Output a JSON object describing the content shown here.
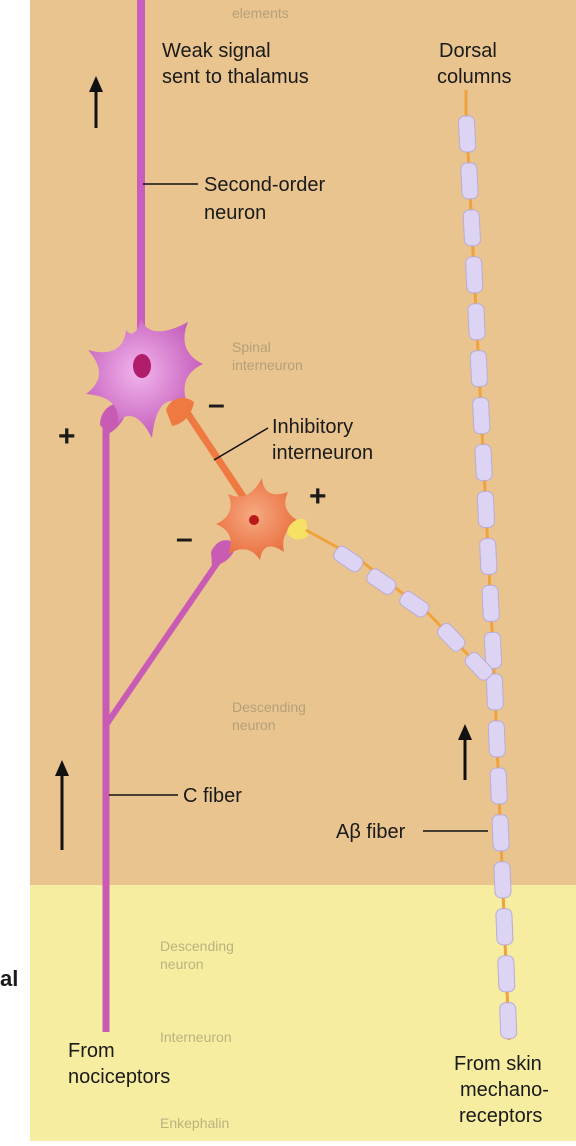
{
  "labels": {
    "weak_signal_line1": "Weak signal",
    "weak_signal_line2": "sent to thalamus",
    "dorsal_line1": "Dorsal",
    "dorsal_line2": "columns",
    "second_order_line1": "Second-order",
    "second_order_line2": "neuron",
    "inhibitory_line1": "Inhibitory",
    "inhibitory_line2": "interneuron",
    "c_fiber": "C fiber",
    "abeta_fiber": "Aβ fiber",
    "from_nociceptors_line1": "From",
    "from_nociceptors_line2": "nociceptors",
    "from_skin_line1": "From skin",
    "from_skin_line2": "mechano-",
    "from_skin_line3": "receptors",
    "edge_fragment": "al"
  },
  "signs": {
    "plus_c_fiber": "+",
    "minus_interneuron_to_second_order": "–",
    "plus_abeta": "+",
    "minus_c_fiber_to_interneuron": "–"
  },
  "colors": {
    "background_upper": "#e9c48f",
    "background_lower": "#f6eda0",
    "second_order_neuron": "#c85fbf",
    "c_fiber": "#c85cb4",
    "interneuron": "#f07d47",
    "myelin": "#dcd4f2",
    "axon_core": "#f0a23c"
  },
  "icons": [
    "up-arrow-icon",
    "up-arrow-icon",
    "up-arrow-icon"
  ]
}
